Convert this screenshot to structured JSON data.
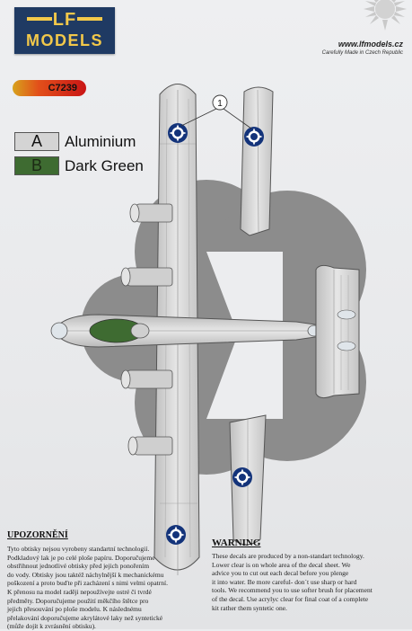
{
  "logo": {
    "mark": "LF",
    "name": "MODELS"
  },
  "header": {
    "website": "www.lfmodels.cz",
    "tagline": "Carefully Made in Czech Republic"
  },
  "product_code": "C7239",
  "legend": [
    {
      "letter": "A",
      "label": "Aluminium",
      "color": "#d4d4d4"
    },
    {
      "letter": "B",
      "label": "Dark Green",
      "color": "#3e6b31"
    }
  ],
  "callout": "1",
  "colors": {
    "background": "#ecedef",
    "silhouette": "#8c8c8c",
    "insignia_blue": "#13337a",
    "logo_blue": "#1f3a63",
    "logo_gold": "#f2c84a"
  },
  "instructions_cz": {
    "heading": "UPOZORNĚNÍ",
    "lines": [
      "Tyto obtisky nejsou vyrobeny standartní technologií.",
      "Podkladový lak je po celé ploše papíru. Doporučujeme",
      "obstřihnout jednotlivé obtisky před jejich ponořením",
      "do vody. Obtisky jsou taktéž náchylnější k mechanickému",
      "poškození a proto buďte při zacházení s nimi velmi opatrní.",
      "K přenosu na model raději nepoužívejte ostré či tvrdé",
      "předměty. Doporučujeme použití měkčího štětce pro",
      "jejich přesouvání po ploše modelu. K následnému",
      "přelakování doporučujeme akrylátové laky než syntetické",
      "(může dojít k zvrásnění obtisku)."
    ]
  },
  "instructions_en": {
    "heading": "WARNING",
    "lines": [
      "These decals are produced by a non-standart technology.",
      "Lower clear is on whole area of the decal sheet. We",
      "advice you to cut out each decal before you plenge",
      "it into water. Be more careful- don´t use sharp or hard",
      "tools. We recommend you to use softer brush for placement",
      "of the decal. Use acrylyc clear for final coat of a complete",
      "kit rather them syntetic one."
    ]
  }
}
